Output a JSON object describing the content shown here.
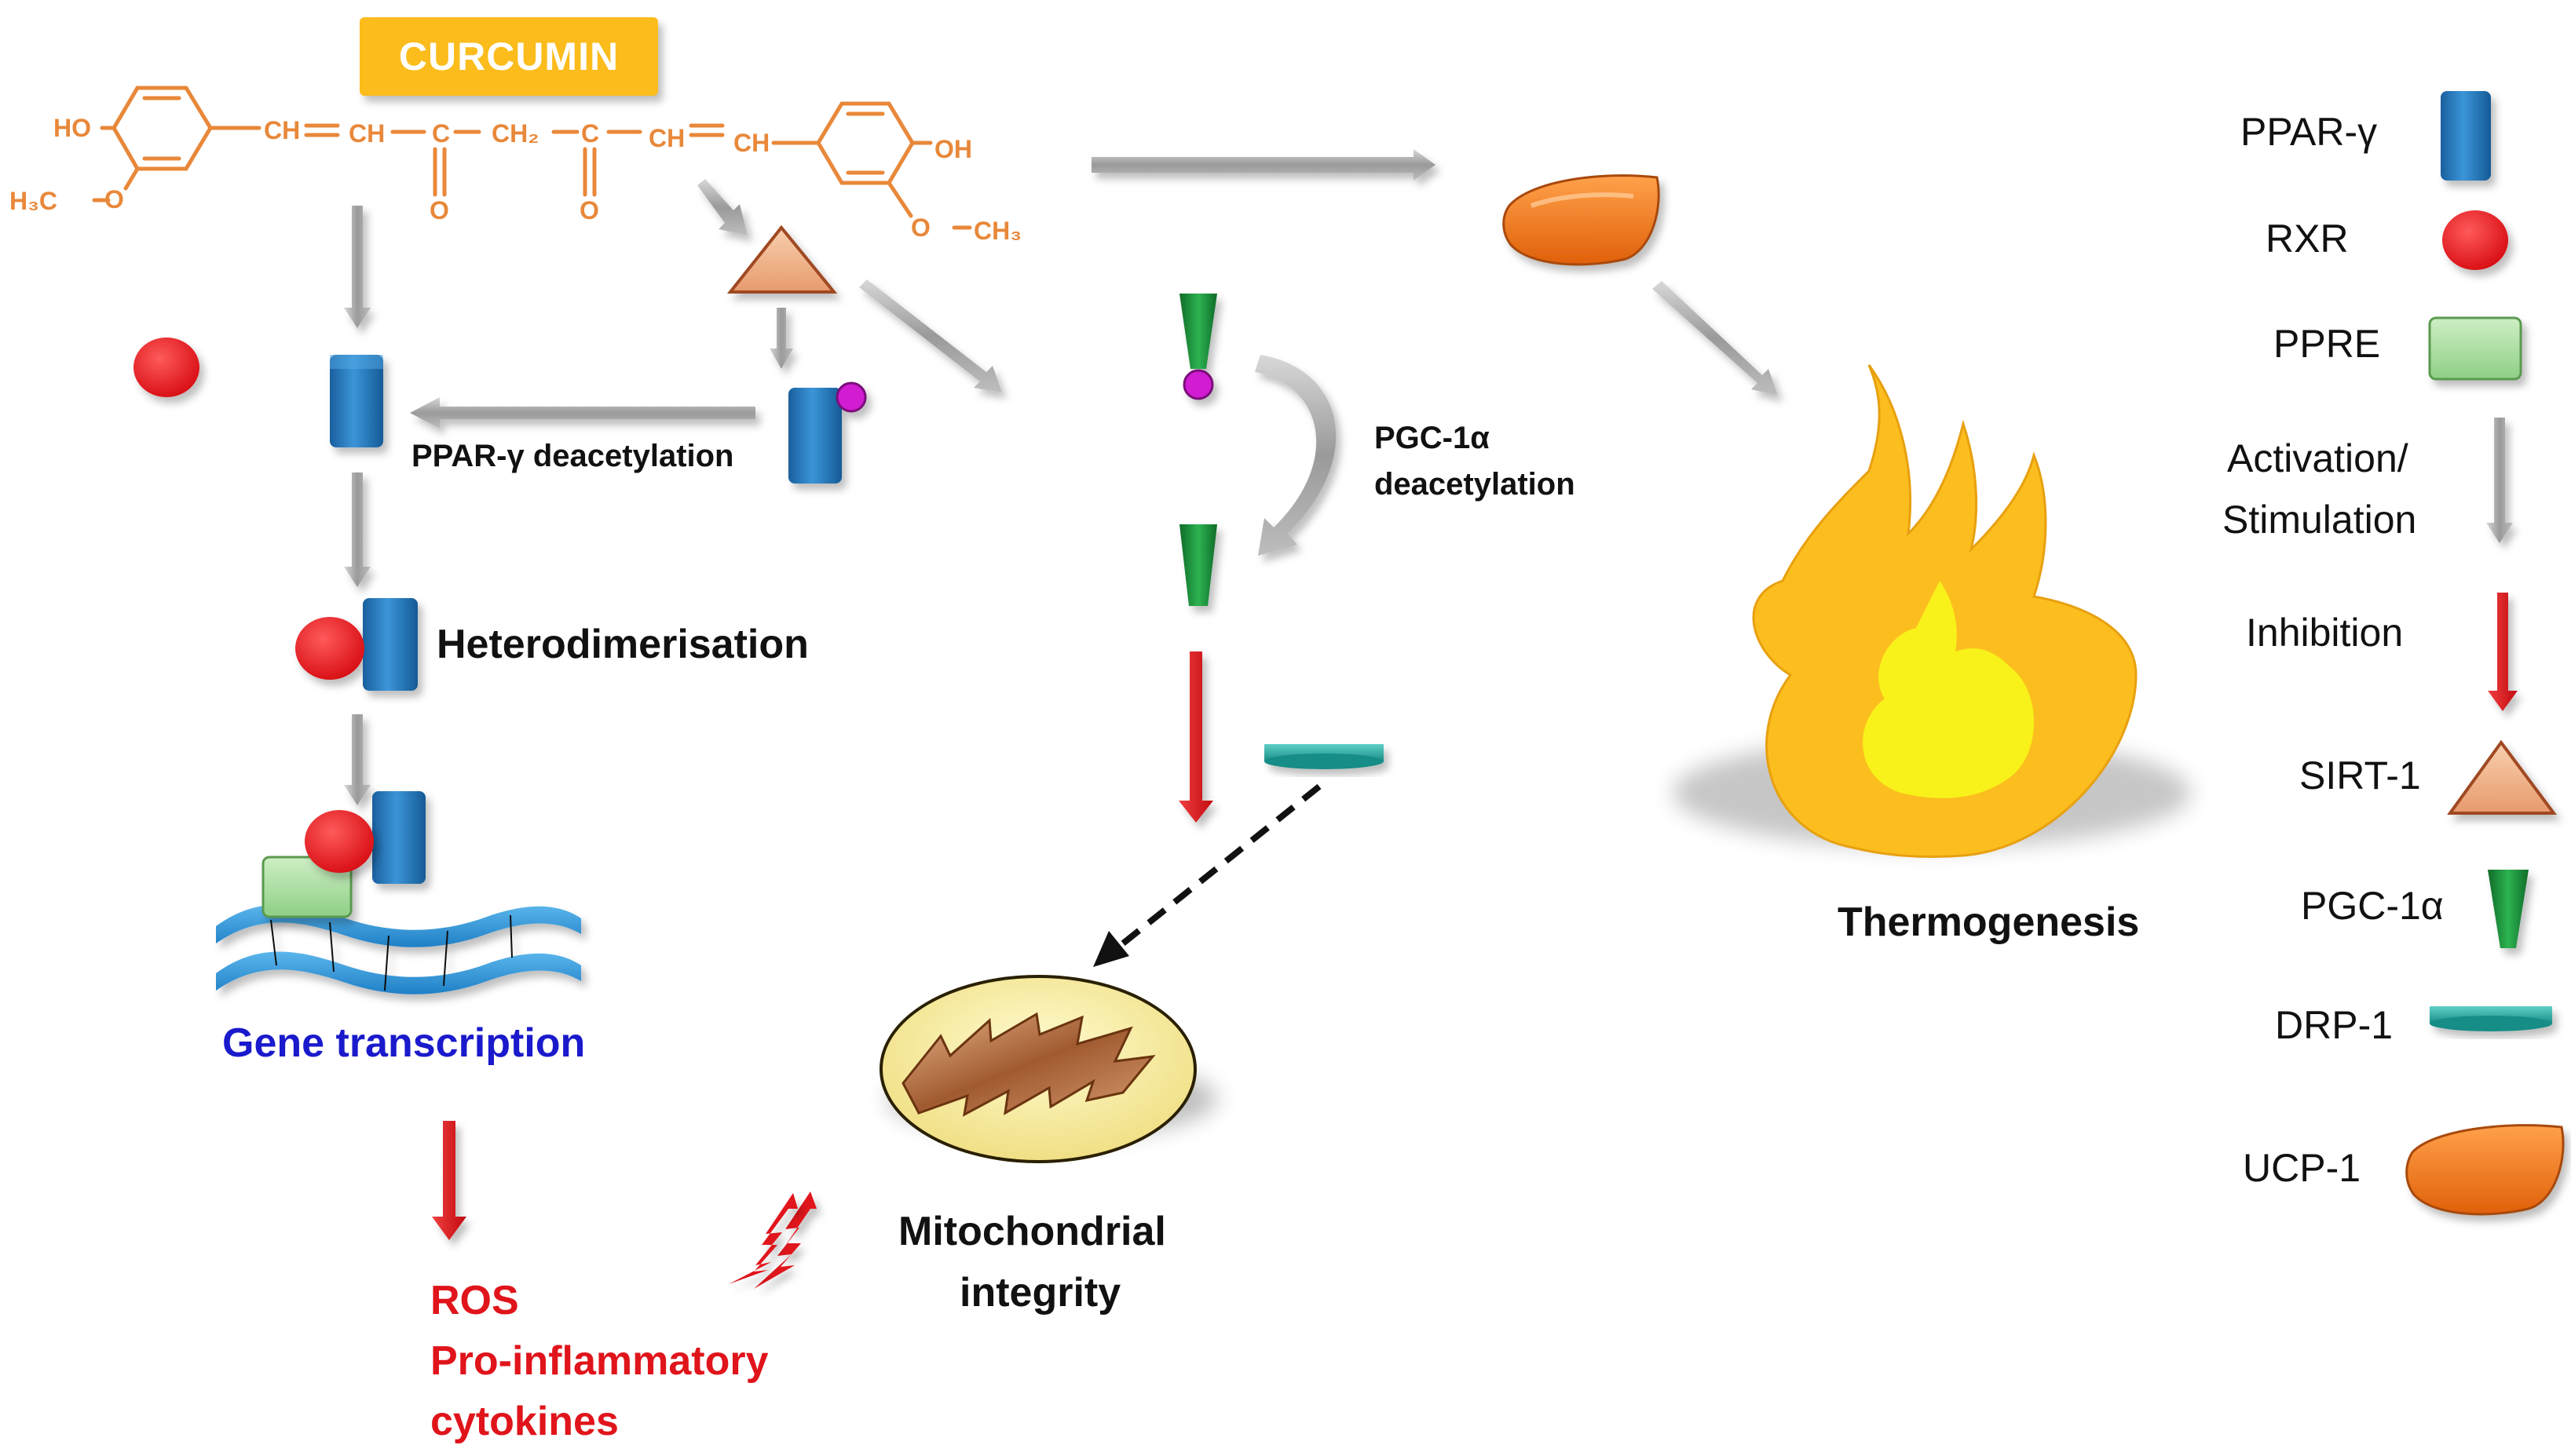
{
  "curcumin": {
    "title": "CURCUMIN",
    "ho_left": "HO",
    "h3c_o": "H₃C",
    "o_left": "O",
    "ch1": "CH",
    "ch2": "CH",
    "c1": "C",
    "o1": "O",
    "ch2_center": "CH₂",
    "c2": "C",
    "o2": "O",
    "ch3": "CH",
    "ch4": "CH",
    "oh_right": "OH",
    "o_right": "O",
    "ch3_right": "CH₃"
  },
  "labels": {
    "ppar_deacetylation": "PPAR-γ deacetylation",
    "heterodimerisation": "Heterodimerisation",
    "gene_transcription": "Gene transcription",
    "ros": "ROS",
    "pro_inflammatory": "Pro-inflammatory",
    "cytokines": "cytokines",
    "pgc_deacetylation_1": "PGC-1α",
    "pgc_deacetylation_2": "deacetylation",
    "mito_1": "Mitochondrial",
    "mito_2": "integrity",
    "thermogenesis": "Thermogenesis"
  },
  "legend": {
    "ppar": "PPAR-γ",
    "rxr": "RXR",
    "ppre": "PPRE",
    "activation_1": "Activation/",
    "activation_2": "Stimulation",
    "inhibition": "Inhibition",
    "sirt": "SIRT-1",
    "pgc": "PGC-1α",
    "drp": "DRP-1",
    "ucp": "UCP-1"
  },
  "colors": {
    "curcumin_badge": "#fbbc1c",
    "chem_orange": "#e8883a",
    "ppar_blue": "#1f6fb2",
    "rxr_red": "#e8141b",
    "ppre_green": "#a9dba0",
    "activation_gray": "#a6a6a6",
    "inhibition_red": "#e5141b",
    "sirt_peach": "#f2b08a",
    "pgc_green": "#1a8a38",
    "drp_teal": "#1fa39b",
    "ucp_orange": "#f07a14",
    "gene_blue": "#1a1acc",
    "ros_red": "#e0141b",
    "flame_gold": "#fbbe1e",
    "flame_yellow": "#f8f21a",
    "acetyl_magenta": "#d21fd2"
  }
}
